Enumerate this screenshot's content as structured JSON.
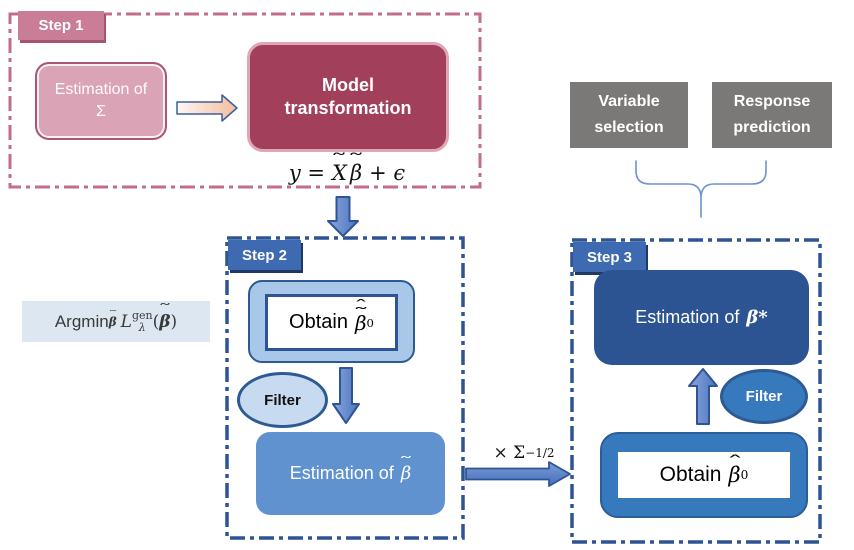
{
  "palette": {
    "pink_border": "#c36d8a",
    "pink_label": "#c97d97",
    "pink_label_edge": "#a8546e",
    "sigma_fill": "#dba3b6",
    "sigma_border": "#ab5674",
    "model_fill": "#a23f5a",
    "model_border": "#e0a6b8",
    "blue_border": "#2f5496",
    "blue_label": "#3e6ab2",
    "blue_label_edge": "#1f3864",
    "obtain_light_fill": "#a9c7e9",
    "filter_light_fill": "#c8daf0",
    "est_beta_fill": "#6092cf",
    "est_betastar_fill": "#2d5492",
    "step3_mid_blue": "#3779bd",
    "gray_box": "#7b7878",
    "arrow_blue": "#4a77c4",
    "brace_blue": "#6a93cf",
    "argmin_bg": "#dde7f2"
  },
  "symbols": {
    "tilde": "˜",
    "hat": "ˆ"
  },
  "step1": {
    "label": "Step 1",
    "sigma_box": "Estimation of Σ",
    "model_box": "Model transformation",
    "equation": {
      "lhs": "y =",
      "X": "X",
      "beta": "β",
      "rhs": "+ ϵ"
    }
  },
  "outputs": {
    "variable_selection": "Variable selection",
    "response_prediction": "Response prediction"
  },
  "argmin": {
    "word": "Argmin",
    "sub_beta": "β",
    "L": "L",
    "sup": "gen",
    "lambda": "λ",
    "open": "(",
    "beta": "β",
    "close": ")"
  },
  "step2": {
    "label": "Step 2",
    "obtain": {
      "word": "Obtain",
      "beta": "β",
      "sub": "0"
    },
    "filter": "Filter",
    "estimation_prefix": "Estimation of",
    "estimation_symbol": "β"
  },
  "transform": {
    "base": "× Σ",
    "exp": "−1/2"
  },
  "step3": {
    "label": "Step 3",
    "estimation_prefix": "Estimation of",
    "beta_star": "β*",
    "filter": "Filter",
    "obtain": {
      "word": "Obtain",
      "beta": "β",
      "sub": "0"
    }
  }
}
